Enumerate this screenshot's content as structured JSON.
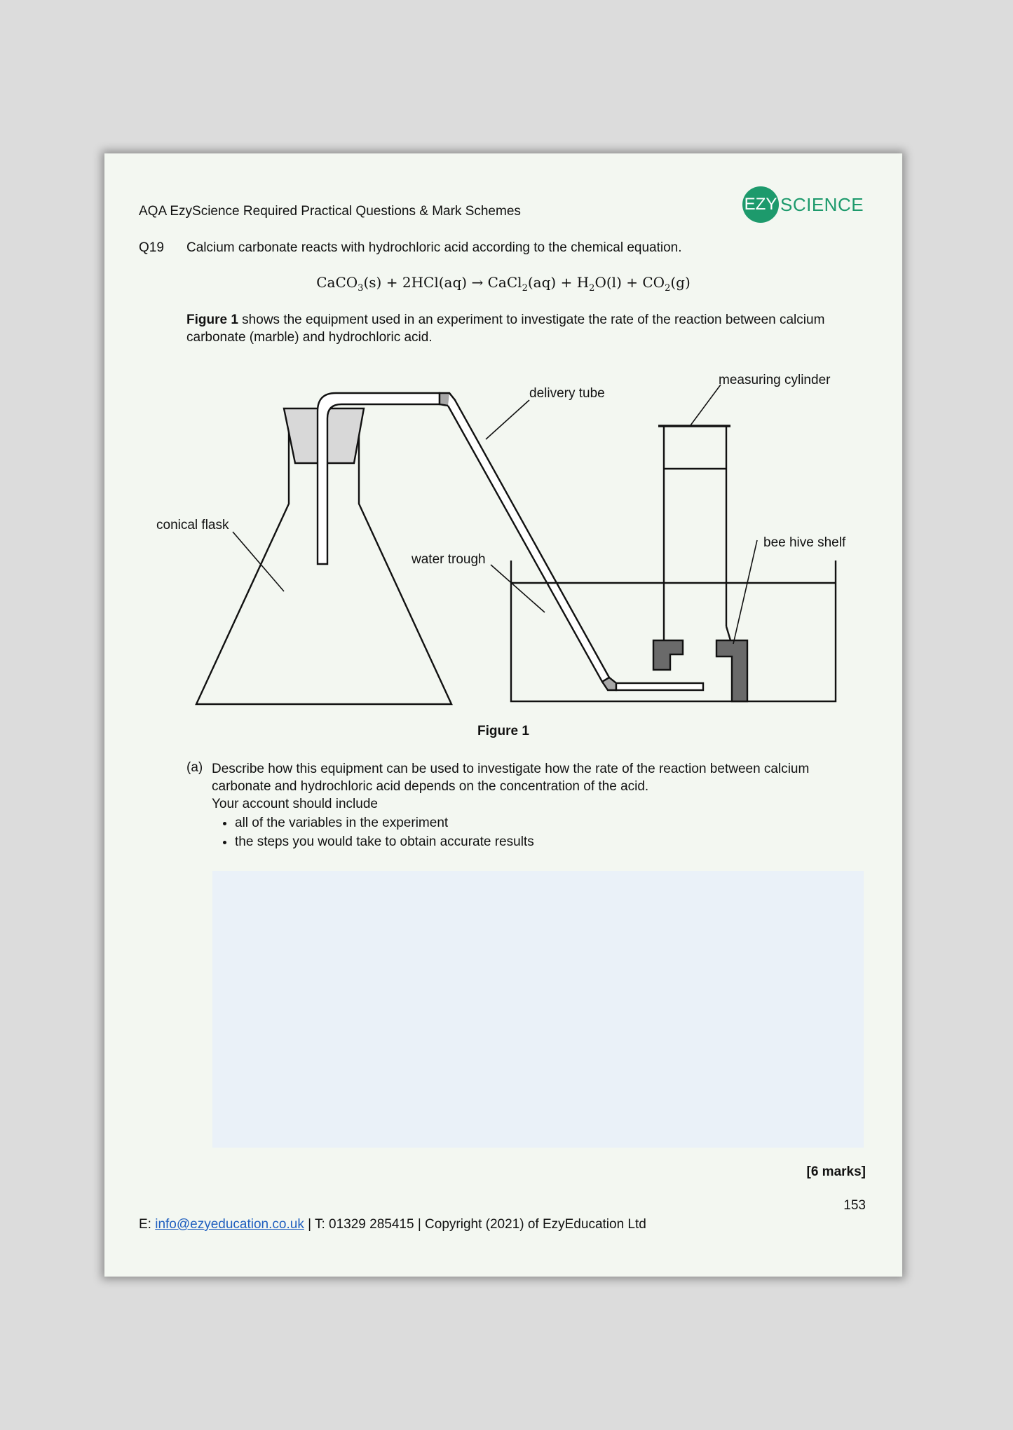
{
  "header": {
    "title": "AQA EzyScience Required Practical Questions & Mark Schemes",
    "logo_ezy": "EZY",
    "logo_science": "SCIENCE"
  },
  "question": {
    "number": "Q19",
    "text": "Calcium carbonate reacts with hydrochloric acid according to the chemical equation.",
    "equation": "CaCO3(s) + 2HCl(aq) → CaCl2(aq) + H2O(l) + CO2(g)",
    "intro_bold": "Figure 1",
    "intro_rest": " shows the equipment used in an experiment to investigate the rate of the reaction between calcium carbonate (marble) and hydrochloric acid."
  },
  "figure": {
    "labels": {
      "delivery_tube": "delivery tube",
      "measuring_cylinder": "measuring cylinder",
      "conical_flask": "conical flask",
      "water_trough": "water trough",
      "bee_hive_shelf": "bee hive shelf"
    },
    "caption": "Figure 1"
  },
  "part_a": {
    "label": "(a)",
    "text": "Describe how this equipment can be used to investigate how the rate of the reaction between calcium carbonate and hydrochloric acid depends on the concentration of the acid.",
    "include_text": "Your account should include",
    "bullets": [
      "all of the variables in the experiment",
      "the steps you would take to obtain accurate results"
    ],
    "marks": "[6 marks]"
  },
  "footer": {
    "page_number": "153",
    "email_prefix": "E: ",
    "email": "info@ezyeducation.co.uk",
    "rest": " | T: 01329 285415 | Copyright (2021) of EzyEducation Ltd"
  },
  "colors": {
    "brand_green": "#1d9a6c",
    "page_bg": "#f3f7f1",
    "answer_box": "#eaf1f8",
    "link": "#1f5fbf"
  }
}
